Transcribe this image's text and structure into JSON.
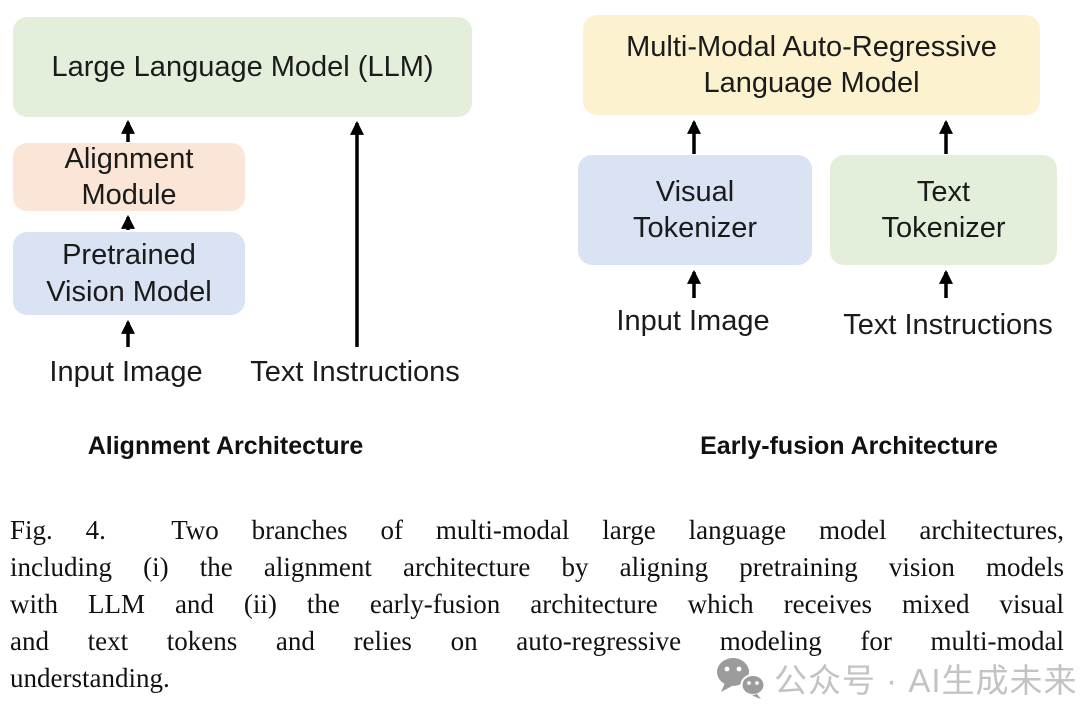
{
  "figure": {
    "left": {
      "llm_box_label": "Large Language Model (LLM)",
      "alignment_module_label": "Alignment\nModule",
      "vision_model_label": "Pretrained\nVision Model",
      "input_image_label": "Input Image",
      "text_instructions_label": "Text Instructions",
      "title": "Alignment Architecture"
    },
    "right": {
      "model_box_label": "Multi-Modal Auto-Regressive\nLanguage Model",
      "visual_tokenizer_label": "Visual\nTokenizer",
      "text_tokenizer_label": "Text\nTokenizer",
      "input_image_label": "Input Image",
      "text_instructions_label": "Text Instructions",
      "title": "Early-fusion Architecture"
    }
  },
  "caption": {
    "lines": [
      "Fig. 4.  Two branches of multi-modal large language model architectures,",
      "including (i) the alignment architecture by aligning pretraining vision models",
      "with LLM and (ii) the early-fusion architecture which receives mixed visual",
      "and text tokens and relies on auto-regressive modeling for multi-modal",
      "understanding."
    ]
  },
  "watermark": {
    "icon": "wechat-icon",
    "text": "公众号 · AI生成未来"
  },
  "colors": {
    "llm_green": "#e3efdb",
    "alignment_peach": "#fbe5d6",
    "vision_blue": "#dae3f3",
    "model_yellow": "#fcf2cf",
    "tokenizer_blue": "#dae3f3",
    "tokenizer_green": "#e3efdb",
    "arrow": "#000000",
    "watermark_gray": "#c3c3c3"
  }
}
